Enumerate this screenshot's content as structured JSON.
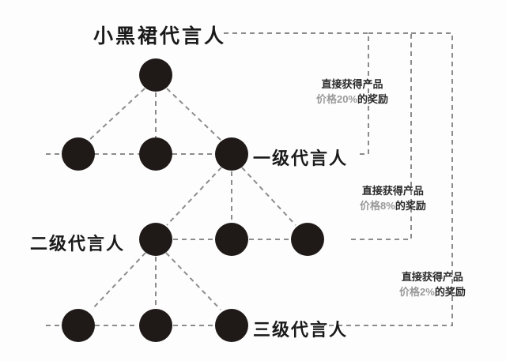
{
  "diagram": {
    "type": "hierarchy-tree",
    "title": "小黑裙代言人",
    "background_color": "#fdfdfd",
    "node_color": "#1f1a18",
    "line_color": "#8c8c8c",
    "tiers": [
      {
        "id": "tier0",
        "label": "小黑裙代言人",
        "label_side": "top-center",
        "node_count": 1
      },
      {
        "id": "tier1",
        "label": "一级代言人",
        "label_side": "right",
        "node_count": 3
      },
      {
        "id": "tier2",
        "label": "二级代言人",
        "label_side": "left",
        "node_count": 3
      },
      {
        "id": "tier3",
        "label": "三级代言人",
        "label_side": "right",
        "node_count": 3
      }
    ],
    "annotations": [
      {
        "id": "reward-tier1",
        "line1": "直接获得产品",
        "line2_prefix": "价格",
        "line2_percent": "20%",
        "line2_suffix": "的奖励",
        "full_text": "直接获得产品价格20%的奖励",
        "percent_value": 20
      },
      {
        "id": "reward-tier2",
        "line1": "直接获得产品",
        "line2_prefix": "价格",
        "line2_percent": "8%",
        "line2_suffix": "的奖励",
        "full_text": "直接获得产品价格8%的奖励",
        "percent_value": 8
      },
      {
        "id": "reward-tier3",
        "line1": "直接获得产品",
        "line2_prefix": "价格",
        "line2_percent": "2%",
        "line2_suffix": "的奖励",
        "full_text": "直接获得产品价格2%的奖励",
        "percent_value": 2
      }
    ]
  }
}
